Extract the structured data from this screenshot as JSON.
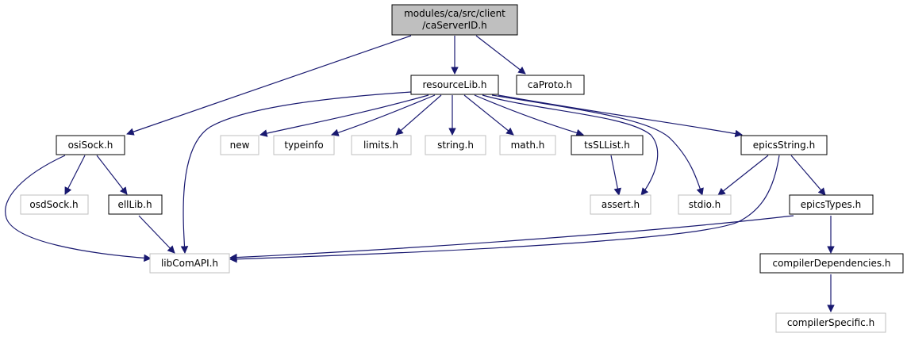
{
  "colors": {
    "edge": "#191970",
    "root_fill": "#bfbfbf",
    "border_dark": "#000000",
    "border_light": "#bfbfbf",
    "background": "#ffffff"
  },
  "nodes": {
    "root": {
      "line1": "modules/ca/src/client",
      "line2": "/caServerID.h",
      "style": "root"
    },
    "resourceLib": {
      "label": "resourceLib.h",
      "style": "dark"
    },
    "caProto": {
      "label": "caProto.h",
      "style": "dark"
    },
    "osiSock": {
      "label": "osiSock.h",
      "style": "dark"
    },
    "new": {
      "label": "new",
      "style": "light"
    },
    "typeinfo": {
      "label": "typeinfo",
      "style": "light"
    },
    "limits": {
      "label": "limits.h",
      "style": "light"
    },
    "string": {
      "label": "string.h",
      "style": "light"
    },
    "math": {
      "label": "math.h",
      "style": "light"
    },
    "tsSLList": {
      "label": "tsSLList.h",
      "style": "dark"
    },
    "epicsString": {
      "label": "epicsString.h",
      "style": "dark"
    },
    "osdSock": {
      "label": "osdSock.h",
      "style": "light"
    },
    "ellLib": {
      "label": "ellLib.h",
      "style": "dark"
    },
    "assert": {
      "label": "assert.h",
      "style": "light"
    },
    "stdio": {
      "label": "stdio.h",
      "style": "light"
    },
    "epicsTypes": {
      "label": "epicsTypes.h",
      "style": "dark"
    },
    "libComAPI": {
      "label": "libComAPI.h",
      "style": "light"
    },
    "compilerDependencies": {
      "label": "compilerDependencies.h",
      "style": "dark"
    },
    "compilerSpecific": {
      "label": "compilerSpecific.h",
      "style": "light"
    }
  },
  "edges": [
    [
      "root",
      "resourceLib"
    ],
    [
      "root",
      "caProto"
    ],
    [
      "root",
      "osiSock"
    ],
    [
      "resourceLib",
      "new"
    ],
    [
      "resourceLib",
      "typeinfo"
    ],
    [
      "resourceLib",
      "limits"
    ],
    [
      "resourceLib",
      "string"
    ],
    [
      "resourceLib",
      "math"
    ],
    [
      "resourceLib",
      "tsSLList"
    ],
    [
      "resourceLib",
      "assert"
    ],
    [
      "resourceLib",
      "stdio"
    ],
    [
      "resourceLib",
      "epicsString"
    ],
    [
      "resourceLib",
      "libComAPI"
    ],
    [
      "osiSock",
      "osdSock"
    ],
    [
      "osiSock",
      "ellLib"
    ],
    [
      "osiSock",
      "libComAPI"
    ],
    [
      "ellLib",
      "libComAPI"
    ],
    [
      "tsSLList",
      "assert"
    ],
    [
      "epicsString",
      "stdio"
    ],
    [
      "epicsString",
      "epicsTypes"
    ],
    [
      "epicsString",
      "libComAPI"
    ],
    [
      "epicsTypes",
      "libComAPI"
    ],
    [
      "epicsTypes",
      "compilerDependencies"
    ],
    [
      "compilerDependencies",
      "compilerSpecific"
    ]
  ]
}
